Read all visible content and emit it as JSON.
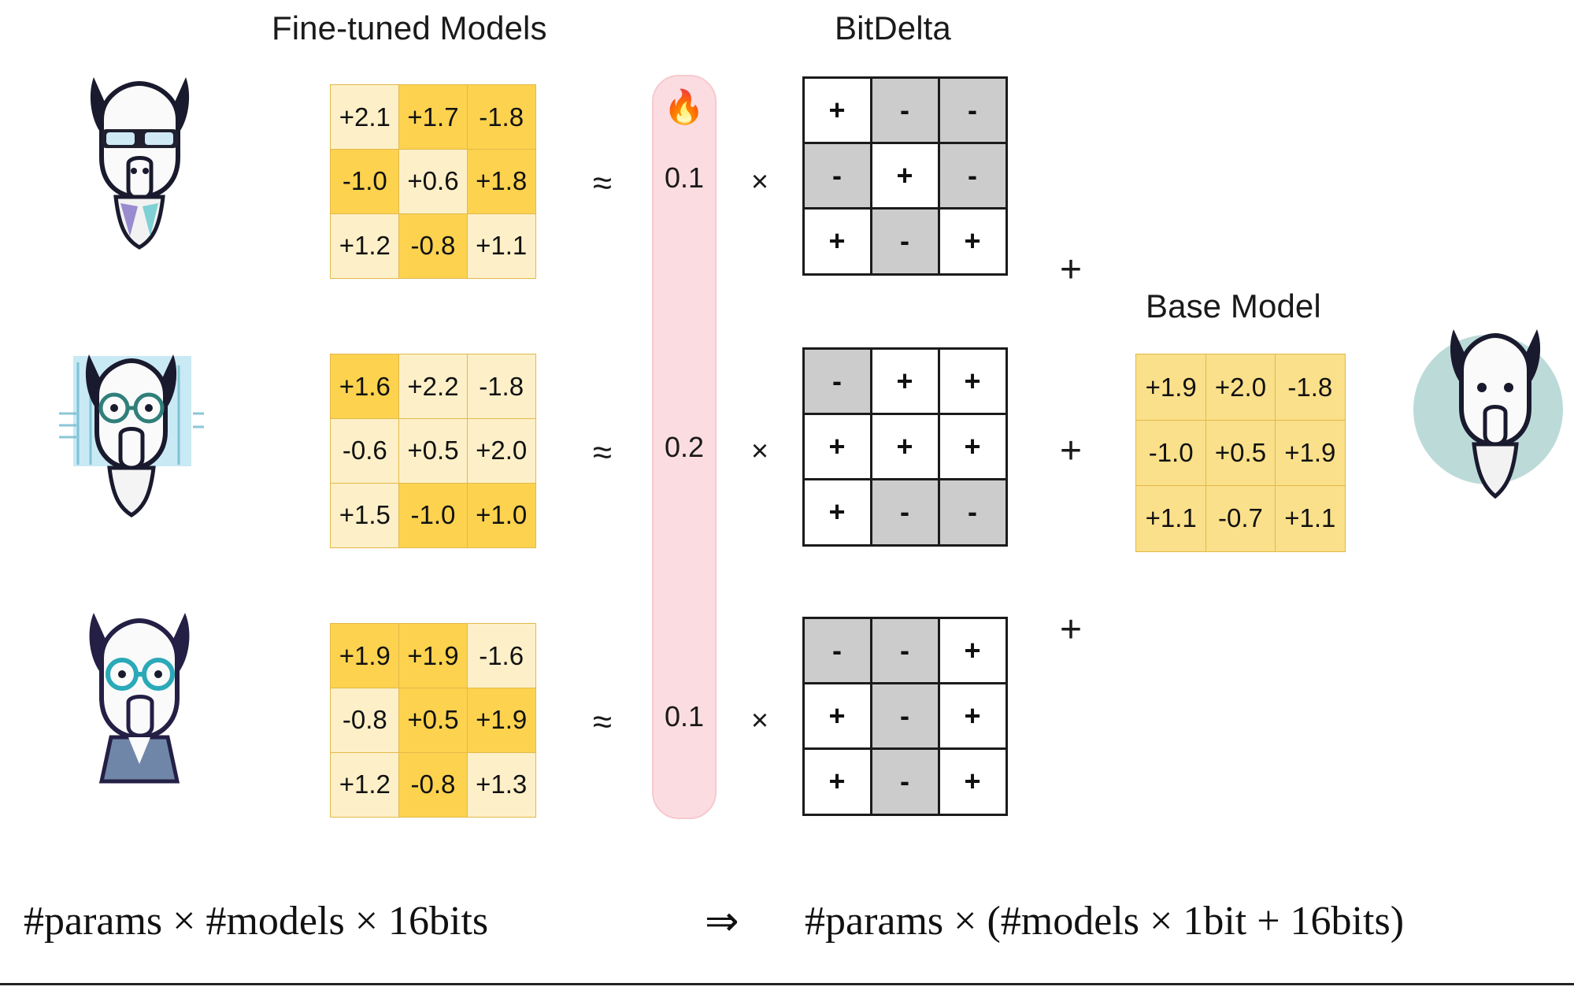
{
  "headings": {
    "fine_tuned": "Fine-tuned Models",
    "bitdelta": "BitDelta",
    "base_model": "Base Model"
  },
  "operators": {
    "approx": "≈",
    "times": "×",
    "plus": "+",
    "flame_icon": "🔥"
  },
  "scales": [
    "0.1",
    "0.2",
    "0.1"
  ],
  "fine_tuned_matrices": [
    {
      "name": "fine-tuned-model-1",
      "rows": [
        [
          {
            "v": "+2.1",
            "shade": "light"
          },
          {
            "v": "+1.7",
            "shade": "dark"
          },
          {
            "v": "-1.8",
            "shade": "dark"
          }
        ],
        [
          {
            "v": "-1.0",
            "shade": "dark"
          },
          {
            "v": "+0.6",
            "shade": "light"
          },
          {
            "v": "+1.8",
            "shade": "dark"
          }
        ],
        [
          {
            "v": "+1.2",
            "shade": "light"
          },
          {
            "v": "-0.8",
            "shade": "dark"
          },
          {
            "v": "+1.1",
            "shade": "light"
          }
        ]
      ]
    },
    {
      "name": "fine-tuned-model-2",
      "rows": [
        [
          {
            "v": "+1.6",
            "shade": "dark"
          },
          {
            "v": "+2.2",
            "shade": "light"
          },
          {
            "v": "-1.8",
            "shade": "light"
          }
        ],
        [
          {
            "v": "-0.6",
            "shade": "light"
          },
          {
            "v": "+0.5",
            "shade": "light"
          },
          {
            "v": "+2.0",
            "shade": "light"
          }
        ],
        [
          {
            "v": "+1.5",
            "shade": "light"
          },
          {
            "v": "-1.0",
            "shade": "dark"
          },
          {
            "v": "+1.0",
            "shade": "dark"
          }
        ]
      ]
    },
    {
      "name": "fine-tuned-model-3",
      "rows": [
        [
          {
            "v": "+1.9",
            "shade": "dark"
          },
          {
            "v": "+1.9",
            "shade": "dark"
          },
          {
            "v": "-1.6",
            "shade": "light"
          }
        ],
        [
          {
            "v": "-0.8",
            "shade": "light"
          },
          {
            "v": "+0.5",
            "shade": "dark"
          },
          {
            "v": "+1.9",
            "shade": "dark"
          }
        ],
        [
          {
            "v": "+1.2",
            "shade": "light"
          },
          {
            "v": "-0.8",
            "shade": "dark"
          },
          {
            "v": "+1.3",
            "shade": "light"
          }
        ]
      ]
    }
  ],
  "sign_matrices": [
    {
      "name": "bitdelta-sign-matrix-1",
      "rows": [
        [
          {
            "v": "+",
            "sign": "pos"
          },
          {
            "v": "-",
            "sign": "neg"
          },
          {
            "v": "-",
            "sign": "neg"
          }
        ],
        [
          {
            "v": "-",
            "sign": "neg"
          },
          {
            "v": "+",
            "sign": "pos"
          },
          {
            "v": "-",
            "sign": "neg"
          }
        ],
        [
          {
            "v": "+",
            "sign": "pos"
          },
          {
            "v": "-",
            "sign": "neg"
          },
          {
            "v": "+",
            "sign": "pos"
          }
        ]
      ]
    },
    {
      "name": "bitdelta-sign-matrix-2",
      "rows": [
        [
          {
            "v": "-",
            "sign": "neg"
          },
          {
            "v": "+",
            "sign": "pos"
          },
          {
            "v": "+",
            "sign": "pos"
          }
        ],
        [
          {
            "v": "+",
            "sign": "pos"
          },
          {
            "v": "+",
            "sign": "pos"
          },
          {
            "v": "+",
            "sign": "pos"
          }
        ],
        [
          {
            "v": "+",
            "sign": "pos"
          },
          {
            "v": "-",
            "sign": "neg"
          },
          {
            "v": "-",
            "sign": "neg"
          }
        ]
      ]
    },
    {
      "name": "bitdelta-sign-matrix-3",
      "rows": [
        [
          {
            "v": "-",
            "sign": "neg"
          },
          {
            "v": "-",
            "sign": "neg"
          },
          {
            "v": "+",
            "sign": "pos"
          }
        ],
        [
          {
            "v": "+",
            "sign": "pos"
          },
          {
            "v": "-",
            "sign": "neg"
          },
          {
            "v": "+",
            "sign": "pos"
          }
        ],
        [
          {
            "v": "+",
            "sign": "pos"
          },
          {
            "v": "-",
            "sign": "neg"
          },
          {
            "v": "+",
            "sign": "pos"
          }
        ]
      ]
    }
  ],
  "base_matrix": {
    "name": "base-model-matrix",
    "rows": [
      [
        {
          "v": "+1.9",
          "shade": "mid"
        },
        {
          "v": "+2.0",
          "shade": "mid"
        },
        {
          "v": "-1.8",
          "shade": "mid"
        }
      ],
      [
        {
          "v": "-1.0",
          "shade": "mid"
        },
        {
          "v": "+0.5",
          "shade": "mid"
        },
        {
          "v": "+1.9",
          "shade": "mid"
        }
      ],
      [
        {
          "v": "+1.1",
          "shade": "mid"
        },
        {
          "v": "-0.7",
          "shade": "mid"
        },
        {
          "v": "+1.1",
          "shade": "mid"
        }
      ]
    ]
  },
  "equation": {
    "left": "#params × #models × 16bits",
    "arrow": "⇒",
    "right": "#params × (#models × 1bit + 16bits)"
  },
  "colors": {
    "yellow_light": "#fdf0c8",
    "yellow_dark": "#fcd24f",
    "yellow_mid": "#fae08a",
    "sign_neg_grey": "#cccccc",
    "pill_pink": "#fbdde1",
    "base_circle": "#bcdbd8"
  }
}
